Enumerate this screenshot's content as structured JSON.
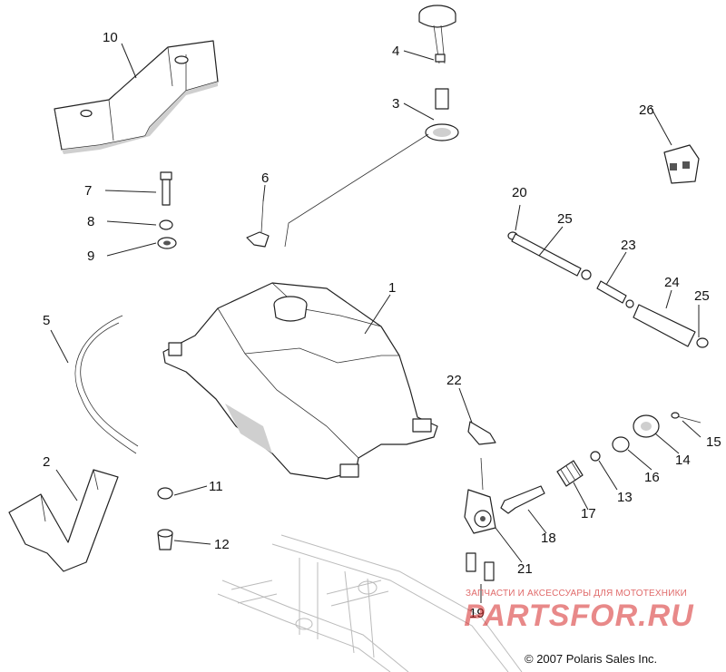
{
  "parts": [
    {
      "label": "1"
    },
    {
      "label": "2"
    },
    {
      "label": "3"
    },
    {
      "label": "4"
    },
    {
      "label": "5"
    },
    {
      "label": "6"
    },
    {
      "label": "7"
    },
    {
      "label": "8"
    },
    {
      "label": "9"
    },
    {
      "label": "10"
    },
    {
      "label": "11"
    },
    {
      "label": "12"
    },
    {
      "label": "13"
    },
    {
      "label": "14"
    },
    {
      "label": "15"
    },
    {
      "label": "16"
    },
    {
      "label": "17"
    },
    {
      "label": "18"
    },
    {
      "label": "19"
    },
    {
      "label": "20"
    },
    {
      "label": "21"
    },
    {
      "label": "22"
    },
    {
      "label": "23"
    },
    {
      "label": "24"
    },
    {
      "label": "25"
    },
    {
      "label": "25"
    },
    {
      "label": "26"
    }
  ],
  "copyright": "© 2007 Polaris Sales Inc.",
  "watermark": {
    "tagline": "ЗАПЧАСТИ И АКСЕССУАРЫ ДЛЯ МОТОТЕХНИКИ",
    "brand": "PARTSFOR.RU",
    "color": "#d62828"
  }
}
